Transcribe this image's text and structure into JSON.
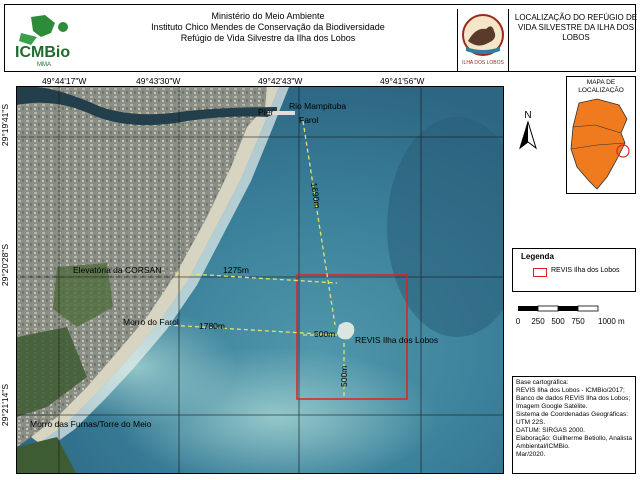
{
  "header": {
    "org_line1": "Ministério do Meio Ambiente",
    "org_line2": "Instituto Chico Mendes de Conservação da Biodiversidade",
    "org_line3": "Refúgio de Vida Silvestre da Ilha dos Lobos",
    "icmbio_logo_text": "ICMBio",
    "icmbio_logo_sub": "MMA",
    "refugio_logo_text": "ILHA DOS LOBOS",
    "title": "LOCALIZAÇÃO DO REFÚGIO DE VIDA SILVESTRE DA ILHA DOS LOBOS"
  },
  "coordinates": {
    "longitudes": [
      "49°44'17\"W",
      "49°43'30\"W",
      "49°42'43\"W",
      "49°41'56\"W"
    ],
    "latitudes": [
      "29°19'41\"S",
      "29°20'28\"S",
      "29°21'14\"S"
    ]
  },
  "map_labels": {
    "pier": "Píer",
    "river": "Rio Mampituba",
    "farol": "Farol",
    "elevatoria": "Elevatória da CORSAN",
    "morro_farol": "Morro do Farol",
    "morro_furnas": "Morro das Furnas/Torre do Meio",
    "revis": "REVIS Ilha dos Lobos",
    "dist_1690": "1690m",
    "dist_1275": "1275m",
    "dist_1780": "1780m",
    "dist_500_h": "500m",
    "dist_500_v": "500m"
  },
  "north_arrow": "N",
  "location_map": {
    "title": "MAPA DE LOCALIZAÇÃO"
  },
  "legend": {
    "title": "Legenda",
    "item": "REVIS Ilha dos Lobos",
    "color": "#e02020"
  },
  "scale_bar": {
    "ticks": [
      "0",
      "250",
      "500",
      "750",
      "1000 m"
    ]
  },
  "source": {
    "lines": [
      "Base cartográfica:",
      "REVIS Ilha dos Lobos - ICMBio/2017;",
      "Banco de dados REVIS Ilha dos Lobos;",
      "Imagem Google Satélite.",
      "Sistema de Coordenadas Geográficas:",
      "UTM 22S.",
      "DATUM: SIRGAS 2000.",
      "Elaboração: Guilherme Betiollo, Analista",
      "Ambiental/ICMBio.",
      "Mar/2020."
    ]
  },
  "colors": {
    "sea": "#3a7f99",
    "sea_light": "#6fb2bf",
    "land": "#7d8a7a",
    "accent_red": "#e02020",
    "state_orange": "#f07a1e",
    "measure_line": "#e6e06a"
  }
}
